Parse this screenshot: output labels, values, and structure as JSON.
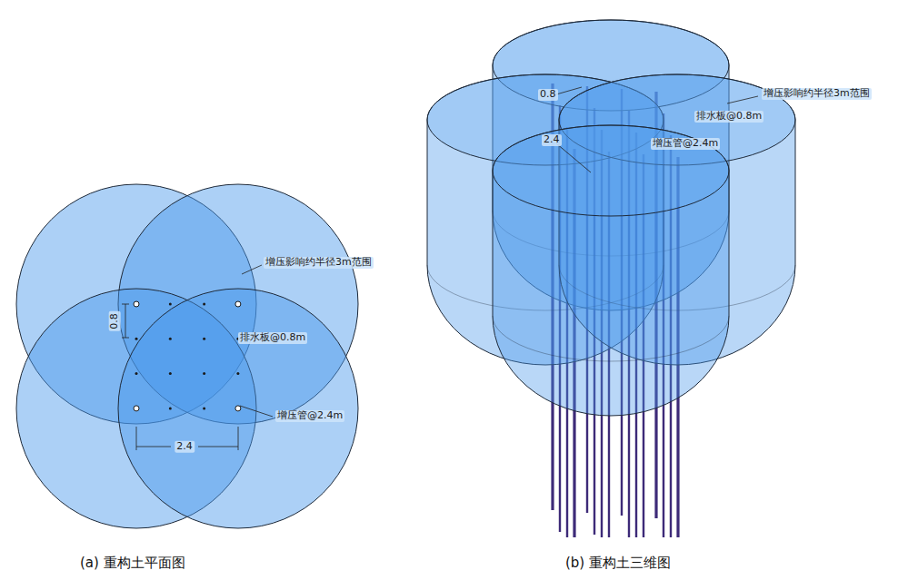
{
  "diagram": {
    "labels": [
      "增压影响约半径3m范围",
      "排水板@0.8m",
      "0.8",
      "增压管@2.4m",
      "2.4",
      "(a) 重构土平面图",
      "增压影响约半径3m范围",
      "排水板@0.8m",
      "0.8",
      "2.4",
      "增压管@2.4m",
      "(b) 重构土三维图"
    ]
  }
}
